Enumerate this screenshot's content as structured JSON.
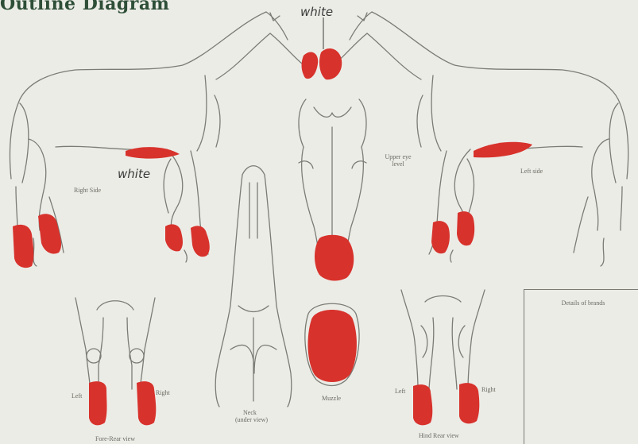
{
  "document": {
    "title": "Outline Diagram"
  },
  "annotations": {
    "white_head": "white",
    "white_belly": "white"
  },
  "labels": {
    "right_side": "Right Side",
    "left_side": "Left side",
    "upper_eye_level": "Upper eye level",
    "neck": "Neck",
    "neck_sub": "(under view)",
    "muzzle": "Muzzle",
    "fore_left": "Left",
    "fore_right": "Right",
    "fore_caption": "Fore-Rear view",
    "hind_left": "Left",
    "hind_right": "Right",
    "hind_caption": "Hind Rear view",
    "details_box": "Details of brands"
  },
  "colors": {
    "marking_red": "#d8322c",
    "outline": "#7c7c76",
    "paper": "#ecece7",
    "title_green": "#2e4e37"
  }
}
